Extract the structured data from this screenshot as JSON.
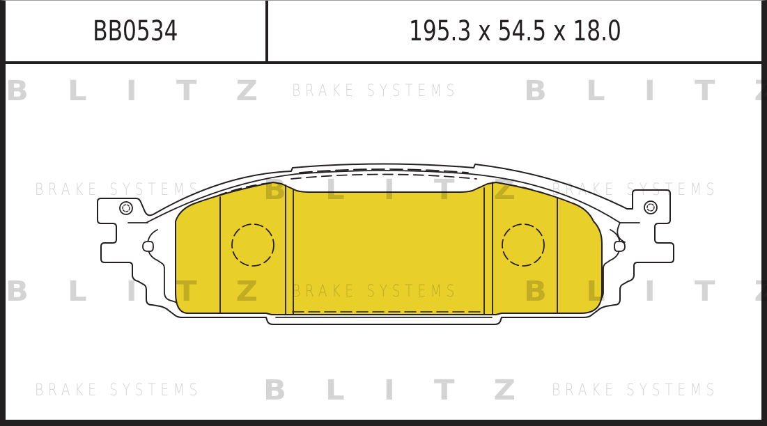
{
  "header": {
    "part_number": "BB0534",
    "dimensions": "195.3 x 54.5 x 18.0"
  },
  "watermark": {
    "brand": "BLITZ",
    "tagline": "BRAKE SYSTEMS",
    "color": "#d4d4d4"
  },
  "drawing": {
    "subject": "brake-pad",
    "friction_color": "#e8cf2a",
    "outline_color": "#231f20",
    "backplate_color": "#ffffff"
  },
  "colors": {
    "border": "#231f20",
    "text": "#231f20"
  }
}
